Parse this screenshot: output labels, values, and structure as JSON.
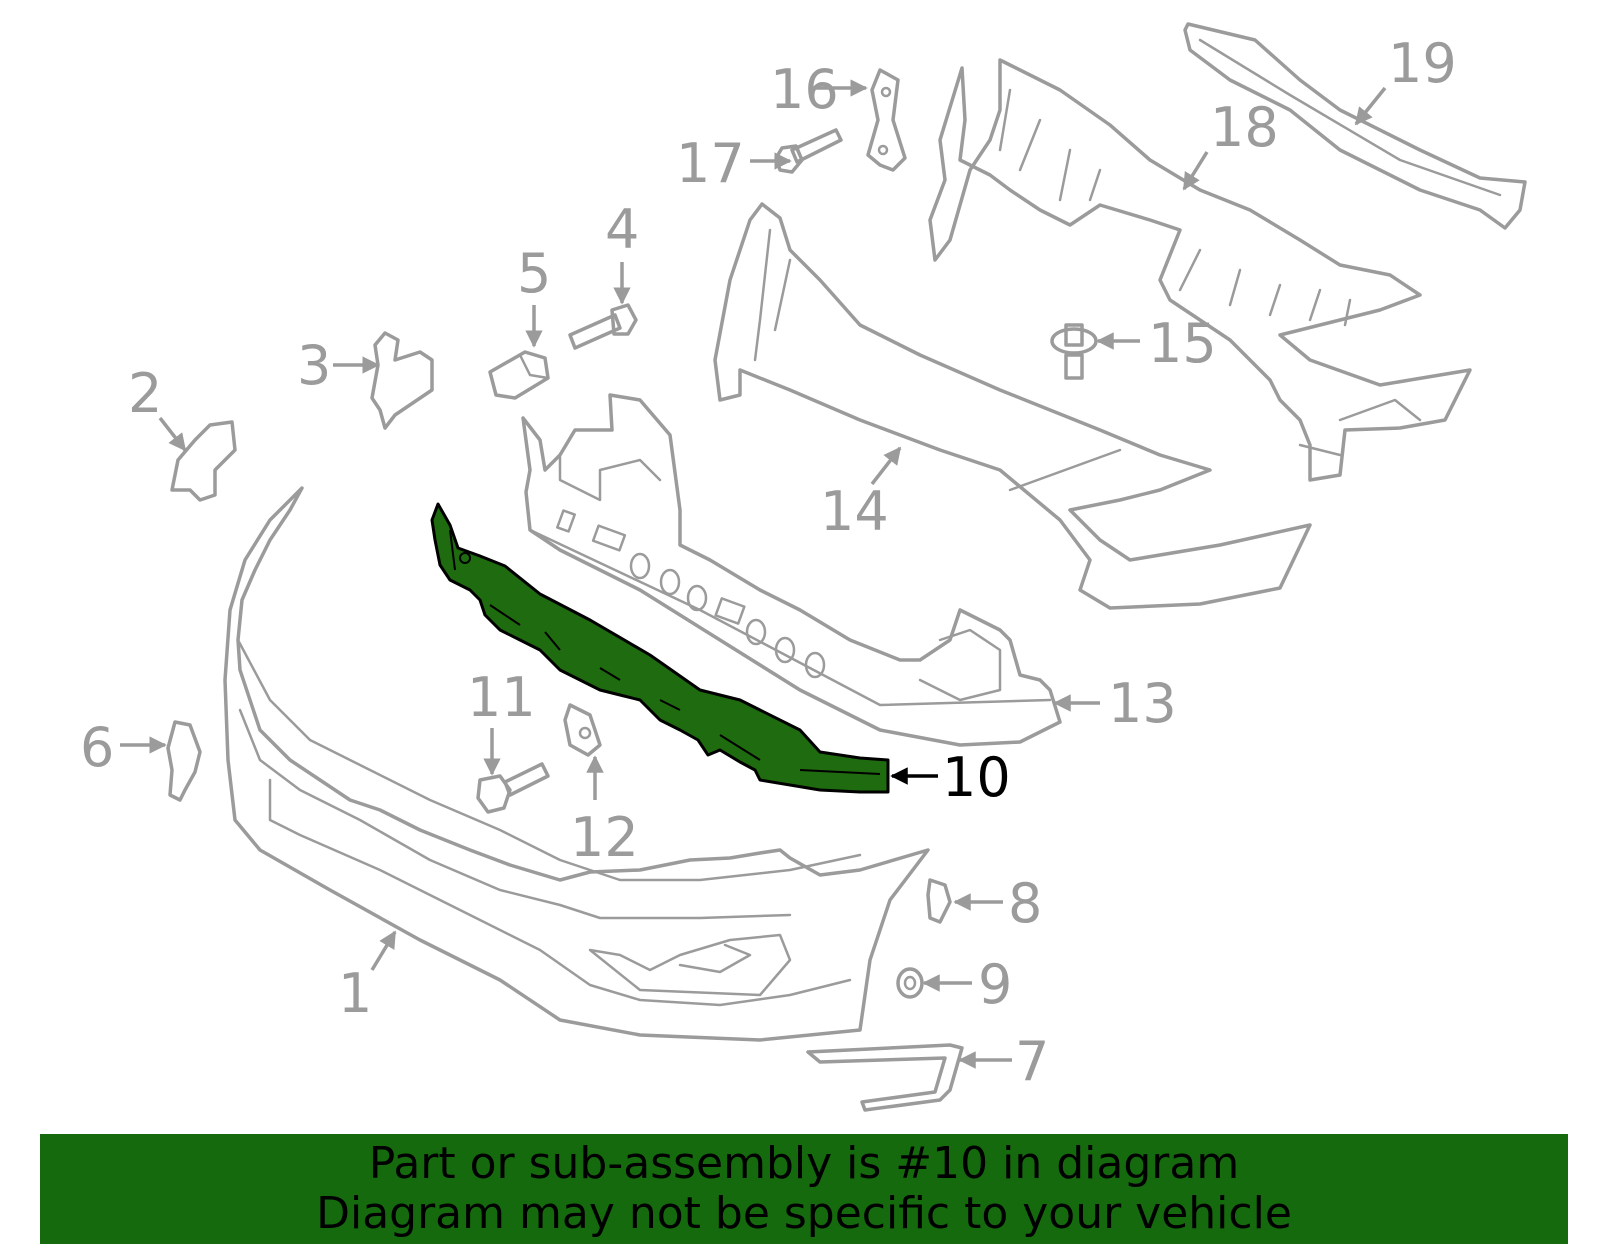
{
  "callouts": {
    "c1": "1",
    "c2": "2",
    "c3": "3",
    "c4": "4",
    "c5": "5",
    "c6": "6",
    "c7": "7",
    "c8": "8",
    "c9": "9",
    "c10": "10",
    "c11": "11",
    "c12": "12",
    "c13": "13",
    "c14": "14",
    "c15": "15",
    "c16": "16",
    "c17": "17",
    "c18": "18",
    "c19": "19"
  },
  "highlighted_part": "10",
  "colors": {
    "highlight": "#1f6b0f",
    "banner": "#156a0e",
    "outline": "#9b9b9b"
  },
  "banner": {
    "line1": "Part or sub-assembly is #10 in diagram",
    "line2": "Diagram may not be specific to your vehicle"
  }
}
